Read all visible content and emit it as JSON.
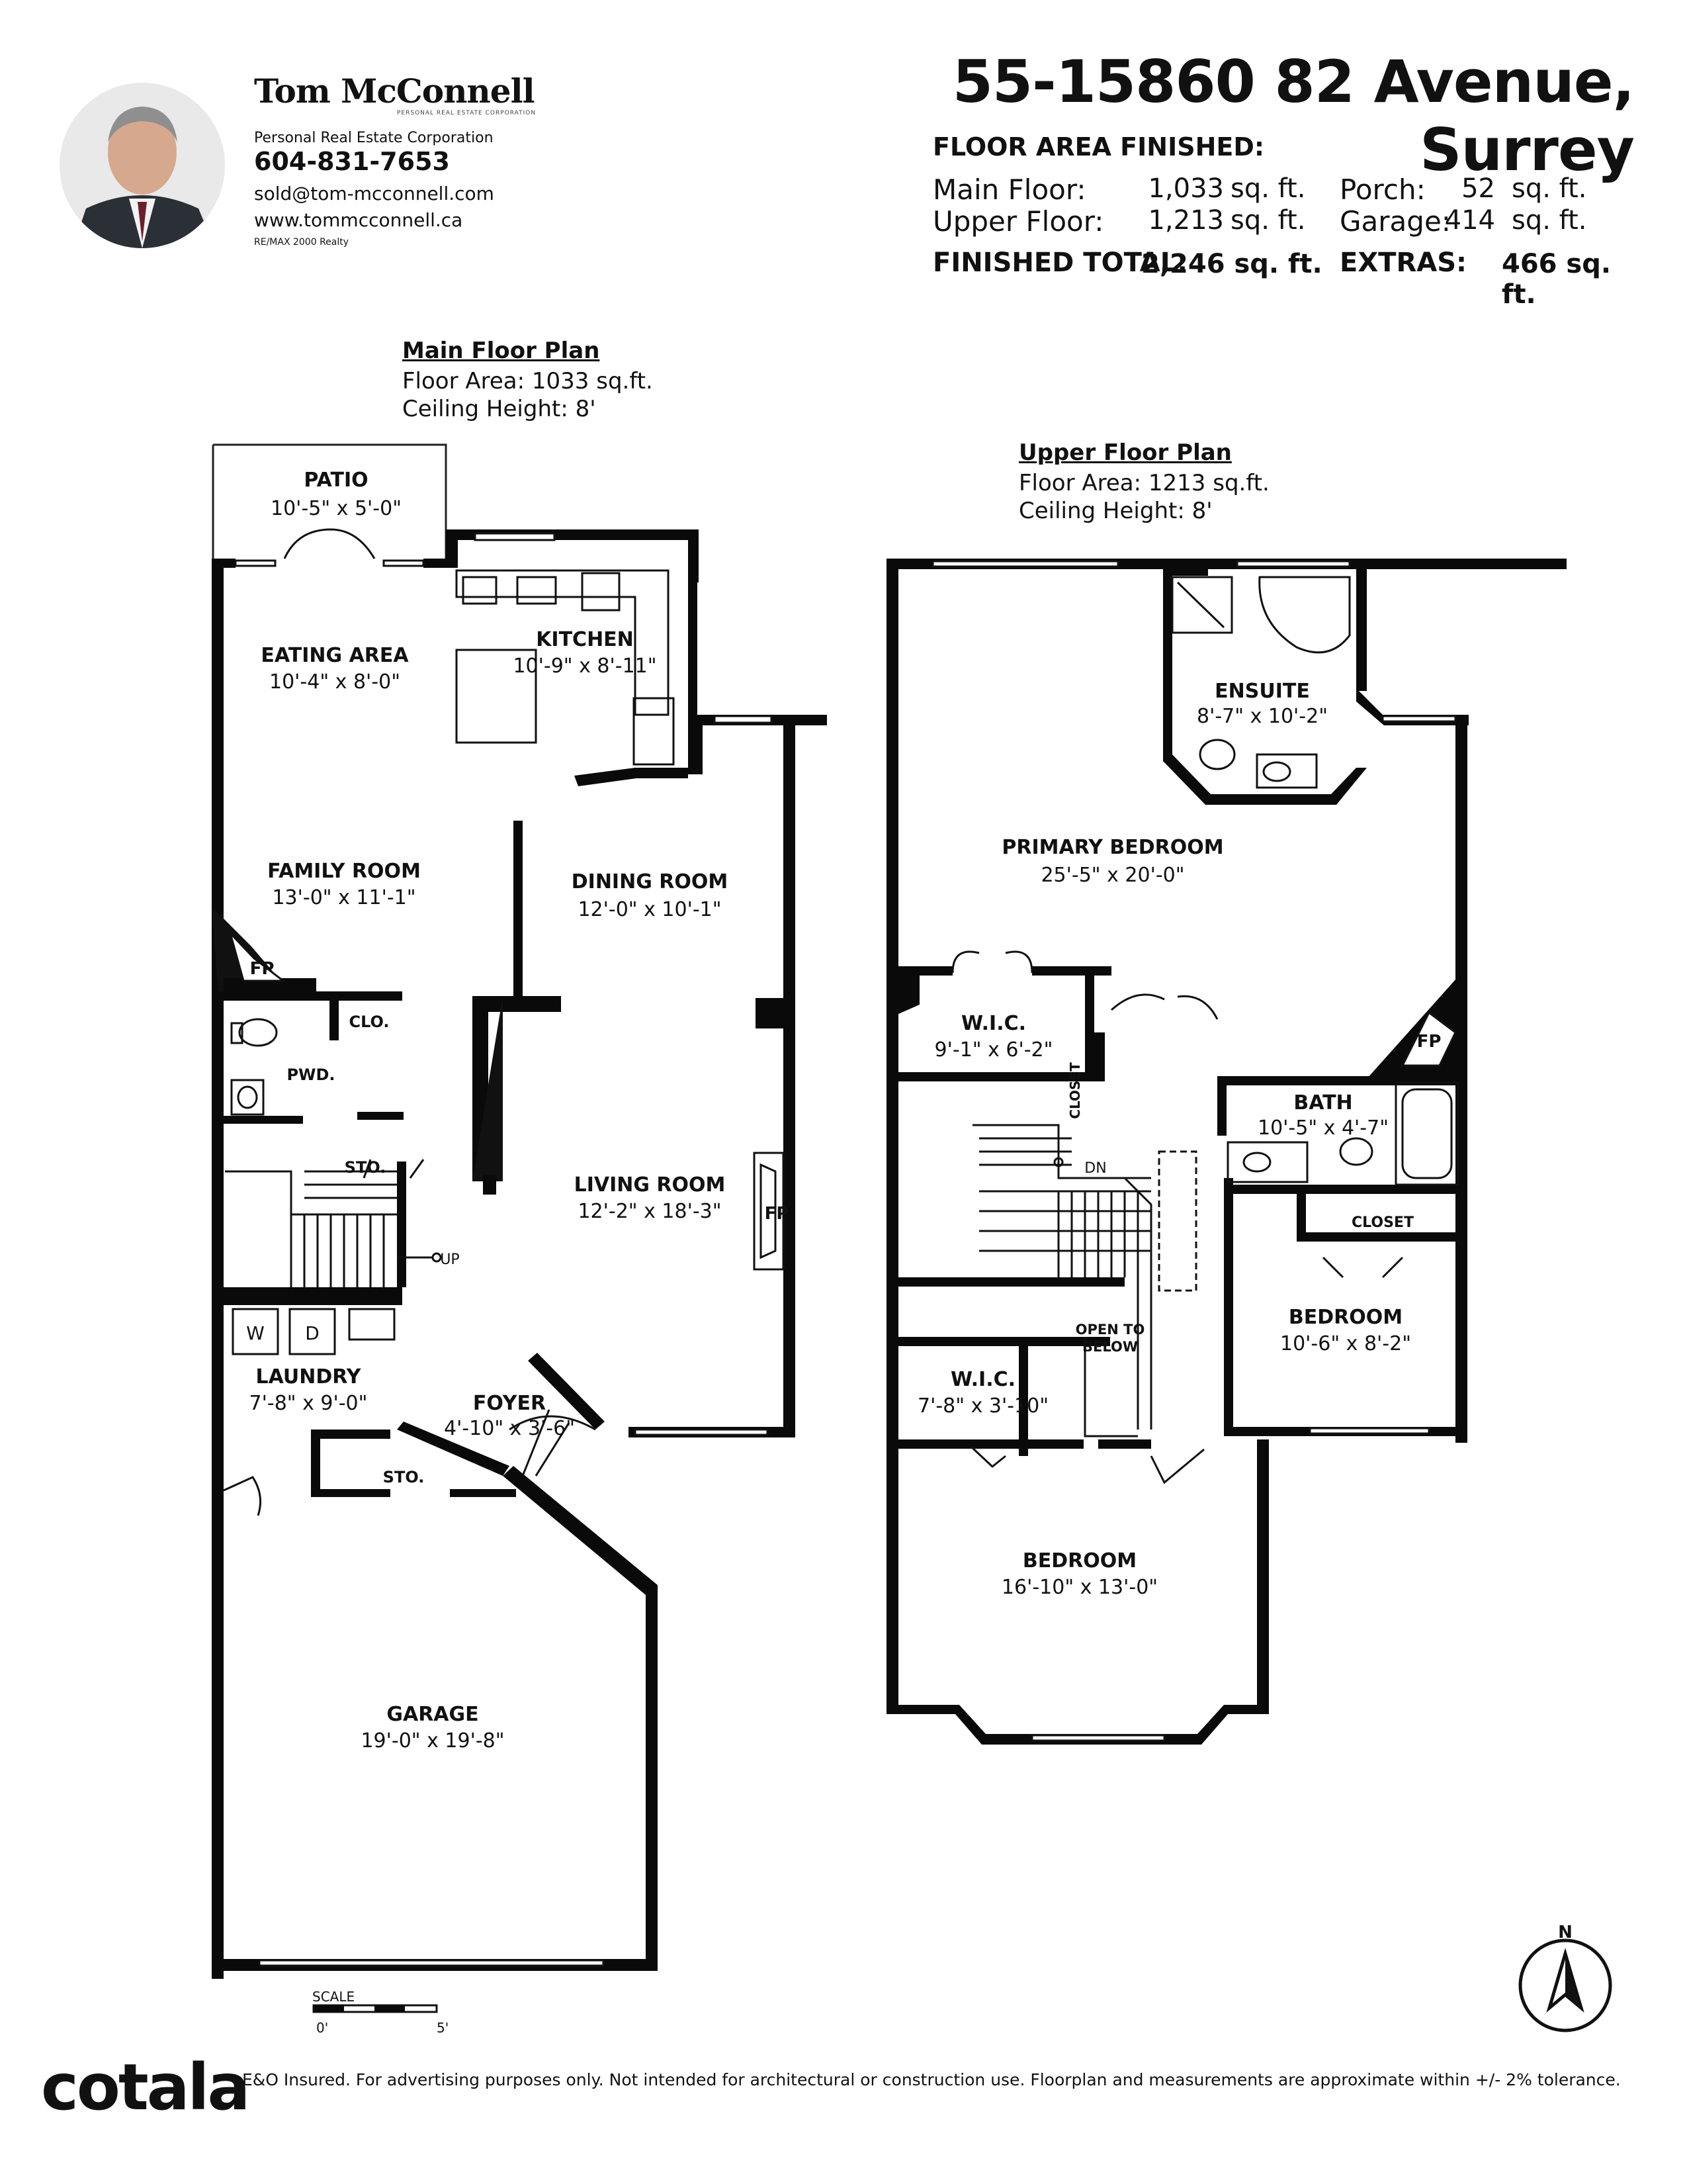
{
  "agent": {
    "name": "Tom McConnell",
    "name_sub": "PERSONAL REAL ESTATE CORPORATION",
    "corporation": "Personal Real Estate Corporation",
    "phone": "604-831-7653",
    "email": "sold@tom-mcconnell.com",
    "website": "www.tommcconnell.ca",
    "brokerage": "RE/MAX 2000 Realty"
  },
  "property": {
    "address": "55-15860 82 Avenue, Surrey"
  },
  "floor_area": {
    "title": "FLOOR AREA FINISHED:",
    "main_label": "Main Floor:",
    "main_value": "1,033",
    "upper_label": "Upper Floor:",
    "upper_value": "1,213",
    "porch_label": "Porch:",
    "porch_value": "52",
    "garage_label": "Garage:",
    "garage_value": "414",
    "unit": "sq. ft.",
    "finished_label": "FINISHED TOTAL:",
    "finished_value": "2,246 sq. ft.",
    "extras_label": "EXTRAS:",
    "extras_value": "466 sq. ft."
  },
  "main_plan": {
    "title": "Main Floor Plan",
    "area": "Floor Area: 1033 sq.ft.",
    "ceiling": "Ceiling Height: 8'",
    "rooms": {
      "patio": {
        "name": "PATIO",
        "dims": "10'-5\" x 5'-0\""
      },
      "eating": {
        "name": "EATING AREA",
        "dims": "10'-4\" x 8'-0\""
      },
      "kitchen": {
        "name": "KITCHEN",
        "dims": "10'-9\" x 8'-11\""
      },
      "family": {
        "name": "FAMILY ROOM",
        "dims": "13'-0\" x 11'-1\""
      },
      "dining": {
        "name": "DINING ROOM",
        "dims": "12'-0\" x 10'-1\""
      },
      "living": {
        "name": "LIVING ROOM",
        "dims": "12'-2\" x 18'-3\""
      },
      "laundry": {
        "name": "LAUNDRY",
        "dims": "7'-8\" x 9'-0\""
      },
      "foyer": {
        "name": "FOYER",
        "dims": "4'-10\" x 3'-6\""
      },
      "garage": {
        "name": "GARAGE",
        "dims": "19'-0\" x 19'-8\""
      }
    },
    "labels": {
      "fp1": "FP",
      "fp2": "FP",
      "clo": "CLO.",
      "pwd": "PWD.",
      "sto1": "STO.",
      "sto2": "STO.",
      "up": "UP",
      "washer": "W",
      "dryer": "D"
    }
  },
  "upper_plan": {
    "title": "Upper Floor Plan",
    "area": "Floor Area: 1213 sq.ft.",
    "ceiling": "Ceiling Height: 8'",
    "rooms": {
      "ensuite": {
        "name": "ENSUITE",
        "dims": "8'-7\" x 10'-2\""
      },
      "primary": {
        "name": "PRIMARY BEDROOM",
        "dims": "25'-5\" x 20'-0\""
      },
      "wic1": {
        "name": "W.I.C.",
        "dims": "9'-1\" x 6'-2\""
      },
      "bath": {
        "name": "BATH",
        "dims": "10'-5\" x 4'-7\""
      },
      "bedroom2": {
        "name": "BEDROOM",
        "dims": "10'-6\" x 8'-2\""
      },
      "wic2": {
        "name": "W.I.C.",
        "dims": "7'-8\" x 3'-10\""
      },
      "bedroom3": {
        "name": "BEDROOM",
        "dims": "16'-10\" x 13'-0\""
      }
    },
    "labels": {
      "fp": "FP",
      "closet_v": "CLOSET",
      "closet": "CLOSET",
      "dn": "DN",
      "open1": "OPEN TO",
      "open2": "BELOW"
    }
  },
  "scale": {
    "label": "SCALE",
    "start": "0'",
    "end": "5'"
  },
  "compass": {
    "north": "N"
  },
  "footer": {
    "logo": "cotala",
    "disclaimer": "E&O Insured. For advertising purposes only. Not intended for architectural or construction use. Floorplan and measurements are approximate within +/- 2% tolerance."
  }
}
